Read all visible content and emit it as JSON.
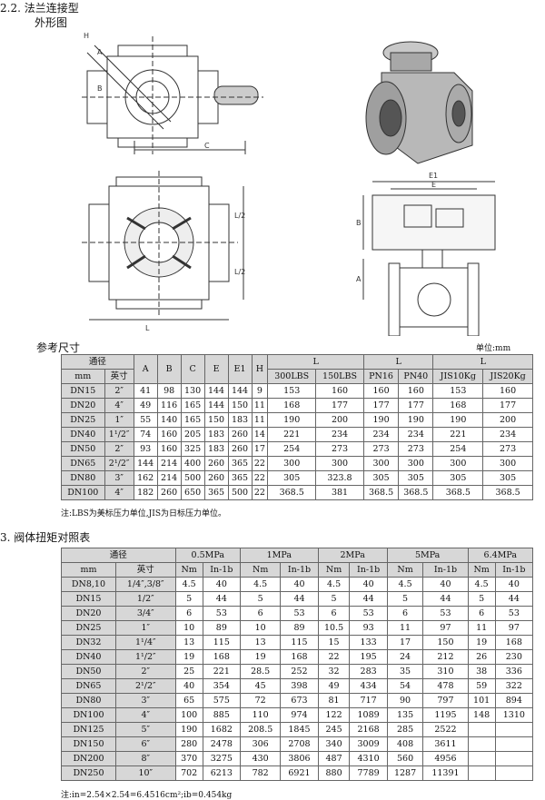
{
  "section1": {
    "heading": "2.2. 法兰连接型",
    "subheading": "外形图"
  },
  "drawing_labels": {
    "H": "H",
    "A": "A",
    "B": "B",
    "C": "C",
    "L": "L",
    "L_half_top": "L/2",
    "L_half_bottom": "L/2",
    "E1": "E1",
    "E": "E",
    "B_right": "B",
    "A_right": "A"
  },
  "dims": {
    "title": "参考尺寸",
    "unit": "单位:mm",
    "header": {
      "tongjing": "通径",
      "mm": "mm",
      "inch": "英寸",
      "A": "A",
      "B": "B",
      "C": "C",
      "E": "E",
      "E1": "E1",
      "H": "H",
      "L1": "L",
      "L2": "L",
      "L3": "L",
      "sub": [
        "300LBS",
        "150LBS",
        "PN16",
        "PN40",
        "JIS10Kg",
        "JIS20Kg"
      ]
    },
    "rows": [
      [
        "DN15",
        "2″",
        "41",
        "98",
        "130",
        "144",
        "144",
        "9",
        "153",
        "160",
        "160",
        "160",
        "153",
        "160"
      ],
      [
        "DN20",
        "4″",
        "49",
        "116",
        "165",
        "144",
        "150",
        "11",
        "168",
        "177",
        "177",
        "177",
        "168",
        "177"
      ],
      [
        "DN25",
        "1″",
        "55",
        "140",
        "165",
        "150",
        "183",
        "11",
        "190",
        "200",
        "190",
        "190",
        "190",
        "200"
      ],
      [
        "DN40",
        "1¹/2″",
        "74",
        "160",
        "205",
        "183",
        "260",
        "14",
        "221",
        "234",
        "234",
        "234",
        "221",
        "234"
      ],
      [
        "DN50",
        "2″",
        "93",
        "160",
        "325",
        "183",
        "260",
        "17",
        "254",
        "273",
        "273",
        "273",
        "254",
        "273"
      ],
      [
        "DN65",
        "2¹/2″",
        "144",
        "214",
        "400",
        "260",
        "365",
        "22",
        "300",
        "300",
        "300",
        "300",
        "300",
        "300"
      ],
      [
        "DN80",
        "3″",
        "162",
        "214",
        "500",
        "260",
        "365",
        "22",
        "305",
        "323.8",
        "305",
        "305",
        "305",
        "305"
      ],
      [
        "DN100",
        "4″",
        "182",
        "260",
        "650",
        "365",
        "500",
        "22",
        "368.5",
        "381",
        "368.5",
        "368.5",
        "368.5",
        "368.5"
      ]
    ],
    "note": "注:LBS为美标压力单位,JIS为日标压力单位。"
  },
  "torque": {
    "title": "3. 阀体扭矩对照表",
    "header": {
      "tongjing": "通径",
      "mm": "mm",
      "inch": "英寸",
      "pressures": [
        "0.5MPa",
        "1MPa",
        "2MPa",
        "5MPa",
        "6.4MPa"
      ],
      "units": [
        "Nm",
        "In-1b",
        "Nm",
        "In-1b",
        "Nm",
        "In-1b",
        "Nm",
        "In-1b",
        "Nm",
        "In-1b"
      ]
    },
    "rows": [
      [
        "DN8,10",
        "1/4″,3/8″",
        "4.5",
        "40",
        "4.5",
        "40",
        "4.5",
        "40",
        "4.5",
        "40",
        "4.5",
        "40"
      ],
      [
        "DN15",
        "1/2″",
        "5",
        "44",
        "5",
        "44",
        "5",
        "44",
        "5",
        "44",
        "5",
        "44"
      ],
      [
        "DN20",
        "3/4″",
        "6",
        "53",
        "6",
        "53",
        "6",
        "53",
        "6",
        "53",
        "6",
        "53"
      ],
      [
        "DN25",
        "1″",
        "10",
        "89",
        "10",
        "89",
        "10.5",
        "93",
        "11",
        "97",
        "11",
        "97"
      ],
      [
        "DN32",
        "1¹/4″",
        "13",
        "115",
        "13",
        "115",
        "15",
        "133",
        "17",
        "150",
        "19",
        "168"
      ],
      [
        "DN40",
        "1¹/2″",
        "19",
        "168",
        "19",
        "168",
        "22",
        "195",
        "24",
        "212",
        "26",
        "230"
      ],
      [
        "DN50",
        "2″",
        "25",
        "221",
        "28.5",
        "252",
        "32",
        "283",
        "35",
        "310",
        "38",
        "336"
      ],
      [
        "DN65",
        "2¹/2″",
        "40",
        "354",
        "45",
        "398",
        "49",
        "434",
        "54",
        "478",
        "59",
        "322"
      ],
      [
        "DN80",
        "3″",
        "65",
        "575",
        "72",
        "673",
        "81",
        "717",
        "90",
        "797",
        "101",
        "894"
      ],
      [
        "DN100",
        "4″",
        "100",
        "885",
        "110",
        "974",
        "122",
        "1089",
        "135",
        "1195",
        "148",
        "1310"
      ],
      [
        "DN125",
        "5″",
        "190",
        "1682",
        "208.5",
        "1845",
        "245",
        "2168",
        "285",
        "2522",
        "",
        ""
      ],
      [
        "DN150",
        "6″",
        "280",
        "2478",
        "306",
        "2708",
        "340",
        "3009",
        "408",
        "3611",
        "",
        ""
      ],
      [
        "DN200",
        "8″",
        "370",
        "3275",
        "430",
        "3806",
        "487",
        "4310",
        "560",
        "4956",
        "",
        ""
      ],
      [
        "DN250",
        "10″",
        "702",
        "6213",
        "782",
        "6921",
        "880",
        "7789",
        "1287",
        "11391",
        "",
        ""
      ]
    ],
    "note": "注:in=2.54×2.54=6.4516cm²;ib=0.454kg"
  }
}
